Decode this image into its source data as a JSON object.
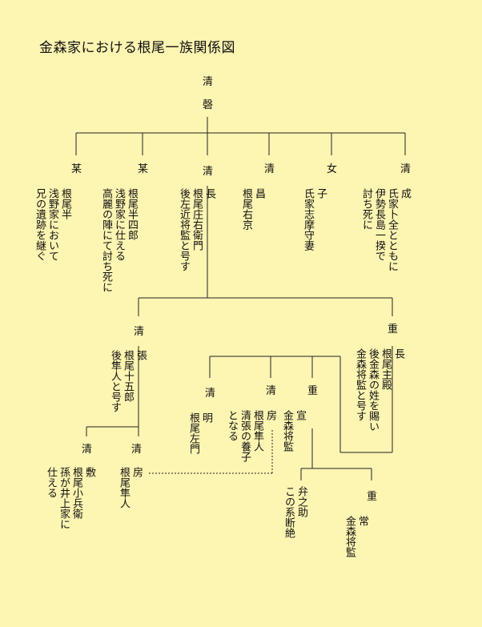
{
  "title": "金森家における根尾一族関係図",
  "nodes": [
    {
      "id": "kiyo",
      "label": "清",
      "lines": []
    },
    {
      "id": "kei",
      "label": "磬",
      "lines": []
    },
    {
      "id": "bou1",
      "label": "某",
      "lines": [
        "根尾半",
        "浅野家において",
        "兄の遺跡を継ぐ"
      ]
    },
    {
      "id": "bou2",
      "label": "某",
      "lines": [
        "根尾半四郎",
        "浅野家に仕える",
        "高麗の陣にて討ち死に"
      ]
    },
    {
      "id": "kiyonaga",
      "label": "清",
      "lines": [
        "長",
        "根尾庄右衛門",
        "後左近将監と号す"
      ]
    },
    {
      "id": "kiyomasa",
      "label": "清",
      "lines": [
        "昌",
        "根尾右京"
      ]
    },
    {
      "id": "onna",
      "label": "女",
      "lines": [
        "子",
        "氏家志摩守妻"
      ]
    },
    {
      "id": "kiyonari",
      "label": "清",
      "lines": [
        "成",
        "氏家卜全とともに",
        "伊勢長島一揆で",
        "討ち死に"
      ]
    },
    {
      "id": "kiyohari",
      "label": "清",
      "lines": [
        "張",
        "根尾十五郎",
        "後隼人と号す"
      ]
    },
    {
      "id": "shigenaga",
      "label": "重",
      "lines": [
        "長",
        "根尾主殿",
        "後金森の姓を賜い",
        "金森将監と号す"
      ]
    },
    {
      "id": "kiyoaki",
      "label": "清",
      "lines": [
        "明",
        "根尾左門"
      ]
    },
    {
      "id": "kiyofusa1",
      "label": "清",
      "lines": [
        "房",
        "根尾隼人",
        "清張の養子",
        "となる"
      ]
    },
    {
      "id": "shigenobu",
      "label": "重",
      "lines": [
        "宣",
        "金森将監"
      ]
    },
    {
      "id": "kiyoshiki",
      "label": "清",
      "lines": [
        "敷",
        "根尾小兵衛",
        "孫が井上家に",
        "仕える"
      ]
    },
    {
      "id": "kiyofusa2",
      "label": "清",
      "lines": [
        "房",
        "根尾隼人"
      ]
    },
    {
      "id": "bennosuke",
      "label": "",
      "lines": [
        "弁之助",
        "この系断絶"
      ]
    },
    {
      "id": "shigetsune",
      "label": "重",
      "lines": [
        "常",
        "金森将監"
      ]
    }
  ]
}
